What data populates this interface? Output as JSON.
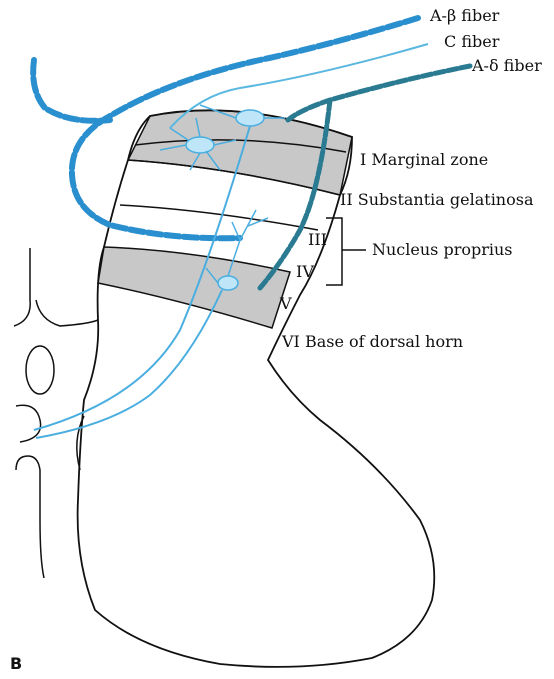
{
  "panel_letter": "B",
  "fibers": {
    "a_beta": "A-β fiber",
    "c": "C fiber",
    "a_delta": "A-δ fiber"
  },
  "laminae": {
    "I": "I Marginal zone",
    "II": "II Substantia gelatinosa",
    "III": "III",
    "IV": "IV",
    "V": "V",
    "VI": "VI Base of dorsal horn",
    "nucleus": "Nucleus proprius"
  },
  "colors": {
    "a_beta": "#2a8fce",
    "c": "#5ab8e0",
    "a_delta": "#2a7a92",
    "neuron": "#4aaee0",
    "shade": "#c8c8c8",
    "outline": "#111111"
  }
}
